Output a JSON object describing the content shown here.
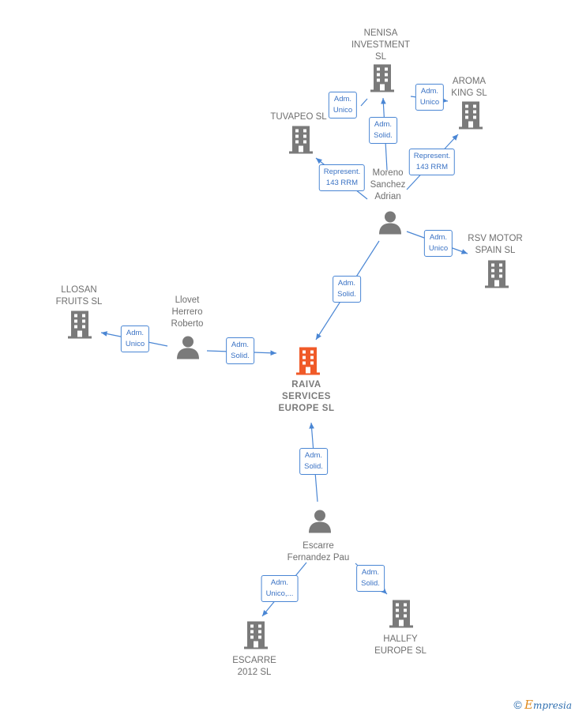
{
  "nodes": {
    "nenisa": {
      "label": "NENISA\nINVESTMENT\nSL",
      "type": "company"
    },
    "aroma": {
      "label": "AROMA\nKING  SL",
      "type": "company"
    },
    "tuvapeo": {
      "label": "TUVAPEO  SL",
      "type": "company"
    },
    "moreno": {
      "label": "Moreno\nSanchez\nAdrian",
      "type": "person"
    },
    "rsv": {
      "label": "RSV MOTOR\nSPAIN  SL",
      "type": "company"
    },
    "llosan": {
      "label": "LLOSAN\nFRUITS SL",
      "type": "company"
    },
    "llovet": {
      "label": "Llovet\nHerrero\nRoberto",
      "type": "person"
    },
    "raiva": {
      "label": "RAIVA\nSERVICES\nEUROPE  SL",
      "type": "company-main"
    },
    "escarre_p": {
      "label": "Escarre\nFernandez Pau",
      "type": "person"
    },
    "escarre2012": {
      "label": "ESCARRE\n2012 SL",
      "type": "company"
    },
    "hallfy": {
      "label": "HALLFY\nEUROPE  SL",
      "type": "company"
    }
  },
  "edges": {
    "moreno_nenisa": "Adm.\nSolid.",
    "moreno_nenisa_unico": "Adm.\nUnico",
    "moreno_aroma_unico": "Adm.\nUnico",
    "moreno_aroma_rep": "Represent.\n143 RRM",
    "moreno_tuvapeo": "Represent.\n143 RRM",
    "moreno_rsv": "Adm.\nUnico",
    "moreno_raiva": "Adm.\nSolid.",
    "llovet_llosan": "Adm.\nUnico",
    "llovet_raiva": "Adm.\nSolid.",
    "escarre_raiva": "Adm.\nSolid.",
    "escarre_escarre2012": "Adm.\nUnico,...",
    "escarre_hallfy": "Adm.\nSolid."
  },
  "footer": {
    "copyright": "©",
    "brand_initial": "E",
    "brand_rest": "mpresia"
  },
  "colors": {
    "edge": "#4a86d4",
    "company": "#7a7a7a",
    "main_company": "#f05a28",
    "person": "#7a7a7a"
  }
}
